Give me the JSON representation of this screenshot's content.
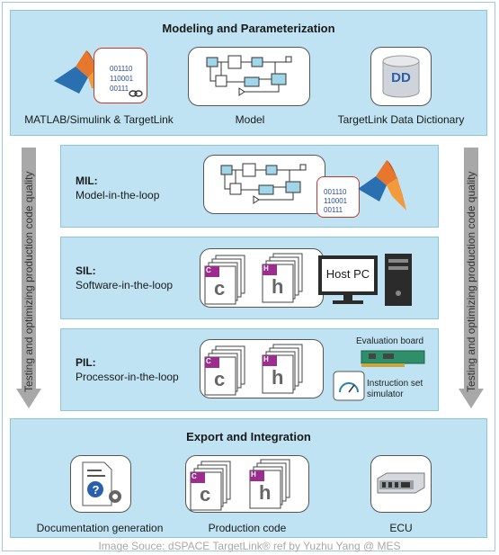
{
  "top": {
    "title": "Modeling and Parameterization",
    "items": [
      {
        "label": "MATLAB/Simulink & TargetLink",
        "icon": "matlab-simulink-icon"
      },
      {
        "label": "Model",
        "icon": "block-diagram-icon"
      },
      {
        "label": "TargetLink Data Dictionary",
        "icon": "database-icon",
        "db_text": "DD"
      }
    ],
    "doc_lines": [
      "001110",
      "110001",
      "00111"
    ]
  },
  "side": {
    "left_text": "Testing and optimizing production code quality",
    "right_text": "Testing and optimizing production code quality"
  },
  "stages": [
    {
      "key": "MIL",
      "title": "MIL:",
      "subtitle": "Model-in-the-loop",
      "doc_lines": [
        "001110",
        "110001",
        "00111"
      ]
    },
    {
      "key": "SIL",
      "title": "SIL:",
      "subtitle": "Software-in-the-loop",
      "host_label": "Host PC"
    },
    {
      "key": "PIL",
      "title": "PIL:",
      "subtitle": "Processor-in-the-loop",
      "board_label": "Evaluation board",
      "simulator_label": "Instruction set\nsimulator"
    }
  ],
  "code_files": {
    "c": "c",
    "h": "h",
    "c_tab": "C",
    "h_tab": "H"
  },
  "bottom": {
    "title": "Export and Integration",
    "items": [
      {
        "label": "Documentation generation",
        "icon": "documentation-icon"
      },
      {
        "label": "Production code",
        "icon": "code-files-icon"
      },
      {
        "label": "ECU",
        "icon": "ecu-icon"
      }
    ]
  },
  "caption": "Image Souce: dSPACE TargetLink®  ref by Yuzhu Yang @ MES",
  "colors": {
    "panel": "#bfe3f2",
    "accent": "#9b2d8f",
    "arrow": "#999999",
    "block": "#9fd6ea"
  }
}
